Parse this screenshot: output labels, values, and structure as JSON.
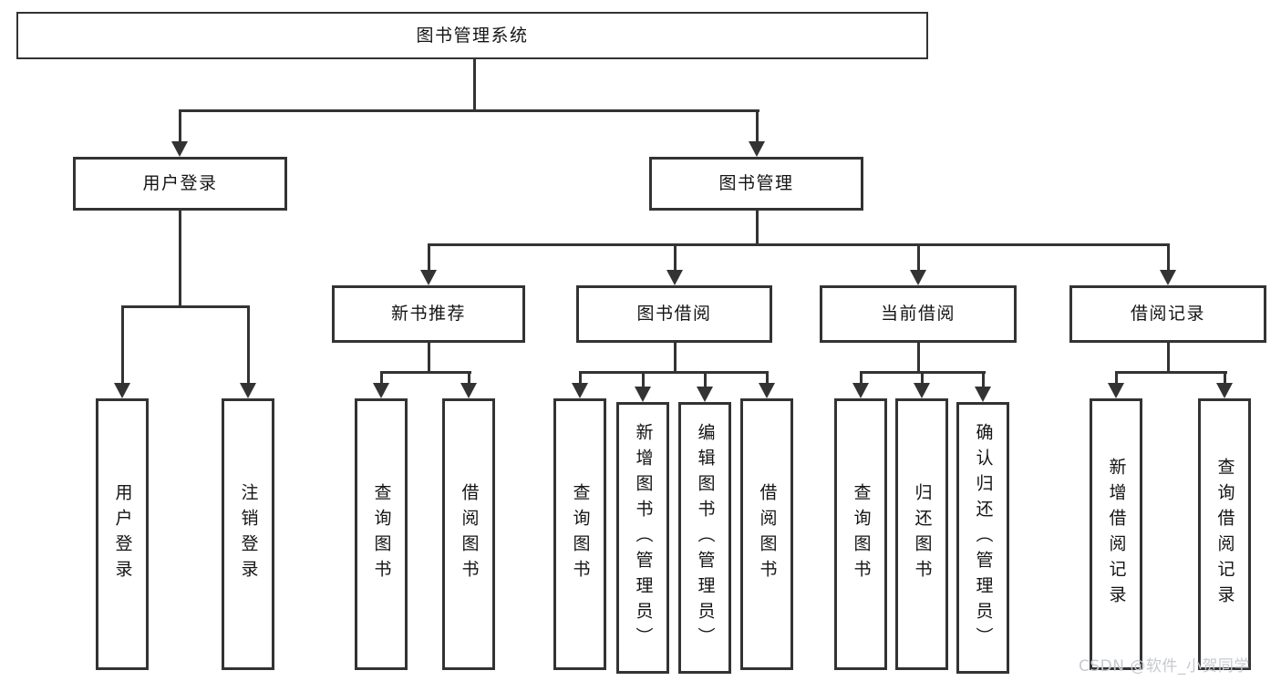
{
  "diagram": {
    "title": "图书管理系统",
    "root": {
      "label": "图书管理系统"
    },
    "branches": [
      {
        "label": "用户登录",
        "children": [
          {
            "label": "用户登录"
          },
          {
            "label": "注销登录"
          }
        ]
      },
      {
        "label": "图书管理",
        "children": [
          {
            "label": "新书推荐",
            "children": [
              {
                "label": "查询图书"
              },
              {
                "label": "借阅图书"
              }
            ]
          },
          {
            "label": "图书借阅",
            "children": [
              {
                "label": "查询图书"
              },
              {
                "label": "新增图书（管理员）"
              },
              {
                "label": "编辑图书（管理员）"
              },
              {
                "label": "借阅图书"
              }
            ]
          },
          {
            "label": "当前借阅",
            "children": [
              {
                "label": "查询图书"
              },
              {
                "label": "归还图书"
              },
              {
                "label": "确认归还（管理员）"
              }
            ]
          },
          {
            "label": "借阅记录",
            "children": [
              {
                "label": "新增借阅记录"
              },
              {
                "label": "查询借阅记录"
              }
            ]
          }
        ]
      }
    ]
  },
  "watermark": {
    "text": "CSDN @软件_小贺同学"
  },
  "colors": {
    "line": "#333333",
    "box_border": "#333333",
    "box_fill": "#ffffff",
    "text": "#141414",
    "watermark": "#c7cacf",
    "background": "#ffffff"
  }
}
